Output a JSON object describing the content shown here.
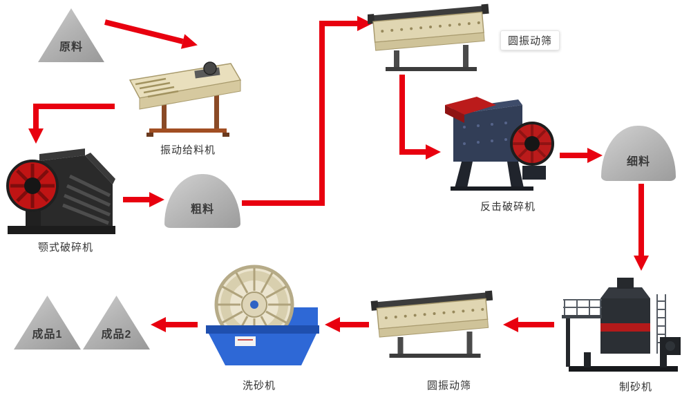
{
  "nodes": {
    "raw_material": {
      "label": "原料"
    },
    "vibrating_feeder": {
      "label": "振动给料机"
    },
    "jaw_crusher": {
      "label": "颚式破碎机"
    },
    "coarse_material": {
      "label": "粗料"
    },
    "vibrating_screen_top": {
      "label": "圆振动筛"
    },
    "impact_crusher": {
      "label": "反击破碎机"
    },
    "fine_material": {
      "label": "细料"
    },
    "sand_maker": {
      "label": "制砂机"
    },
    "vibrating_screen_bottom": {
      "label": "圆振动筛"
    },
    "sand_washer": {
      "label": "洗砂机"
    },
    "product_1": {
      "label": "成品1"
    },
    "product_2": {
      "label": "成品2"
    }
  },
  "flow": [
    {
      "from": "原料",
      "to": "振动给料机"
    },
    {
      "from": "振动给料机",
      "to": "颚式破碎机"
    },
    {
      "from": "颚式破碎机",
      "to": "粗料"
    },
    {
      "from": "粗料",
      "to": "圆振动筛"
    },
    {
      "from": "圆振动筛",
      "to": "反击破碎机"
    },
    {
      "from": "反击破碎机",
      "to": "细料"
    },
    {
      "from": "细料",
      "to": "制砂机"
    },
    {
      "from": "制砂机",
      "to": "圆振动筛"
    },
    {
      "from": "圆振动筛",
      "to": "洗砂机"
    },
    {
      "from": "洗砂机",
      "to": "成品1"
    },
    {
      "from": "洗砂机",
      "to": "成品2"
    }
  ],
  "colors": {
    "arrow_red": "#e8000f",
    "pile_gray": "#b4b4b4",
    "label_text": "#333333",
    "feeder_beige": "#e9dfbd",
    "screen_beige": "#e0d6b2",
    "crusher_red": "#bb1b1b",
    "washer_blue": "#2e68d6",
    "machine_dark": "#2b2f34"
  }
}
